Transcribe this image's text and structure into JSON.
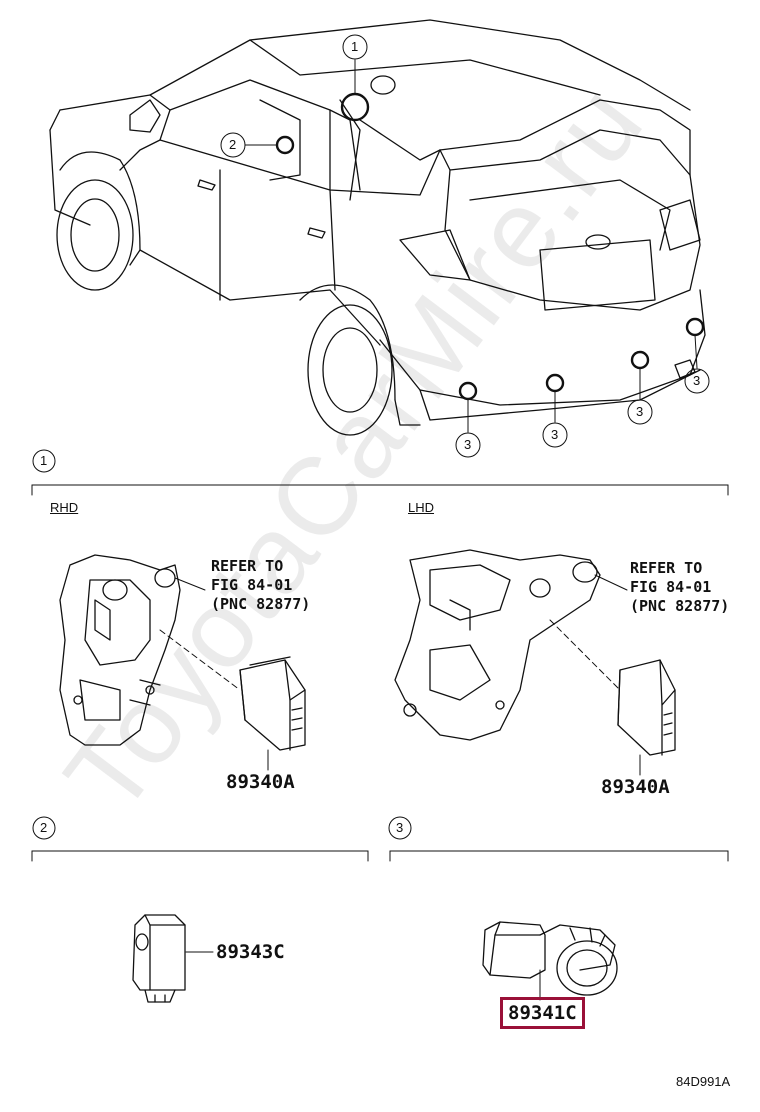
{
  "callouts": {
    "one": "1",
    "two": "2",
    "three": "3"
  },
  "sections": {
    "section1": {
      "callout": "1",
      "rhd_tag": "RHD",
      "lhd_tag": "LHD",
      "rhd_refer": [
        "REFER TO",
        "FIG 84-01",
        "(PNC 82877)"
      ],
      "lhd_refer": [
        "REFER TO",
        "FIG 84-01",
        "(PNC 82877)"
      ],
      "rhd_part": "89340A",
      "lhd_part": "89340A"
    },
    "section2": {
      "callout": "2",
      "part": "89343C"
    },
    "section3": {
      "callout": "3",
      "part": "89341C"
    }
  },
  "watermark": "ToyotaCarMire.ru",
  "diagram_code": "84D991A",
  "colors": {
    "highlight": "#9a1038",
    "line": "#111111",
    "watermark": "#dcdcdc"
  }
}
